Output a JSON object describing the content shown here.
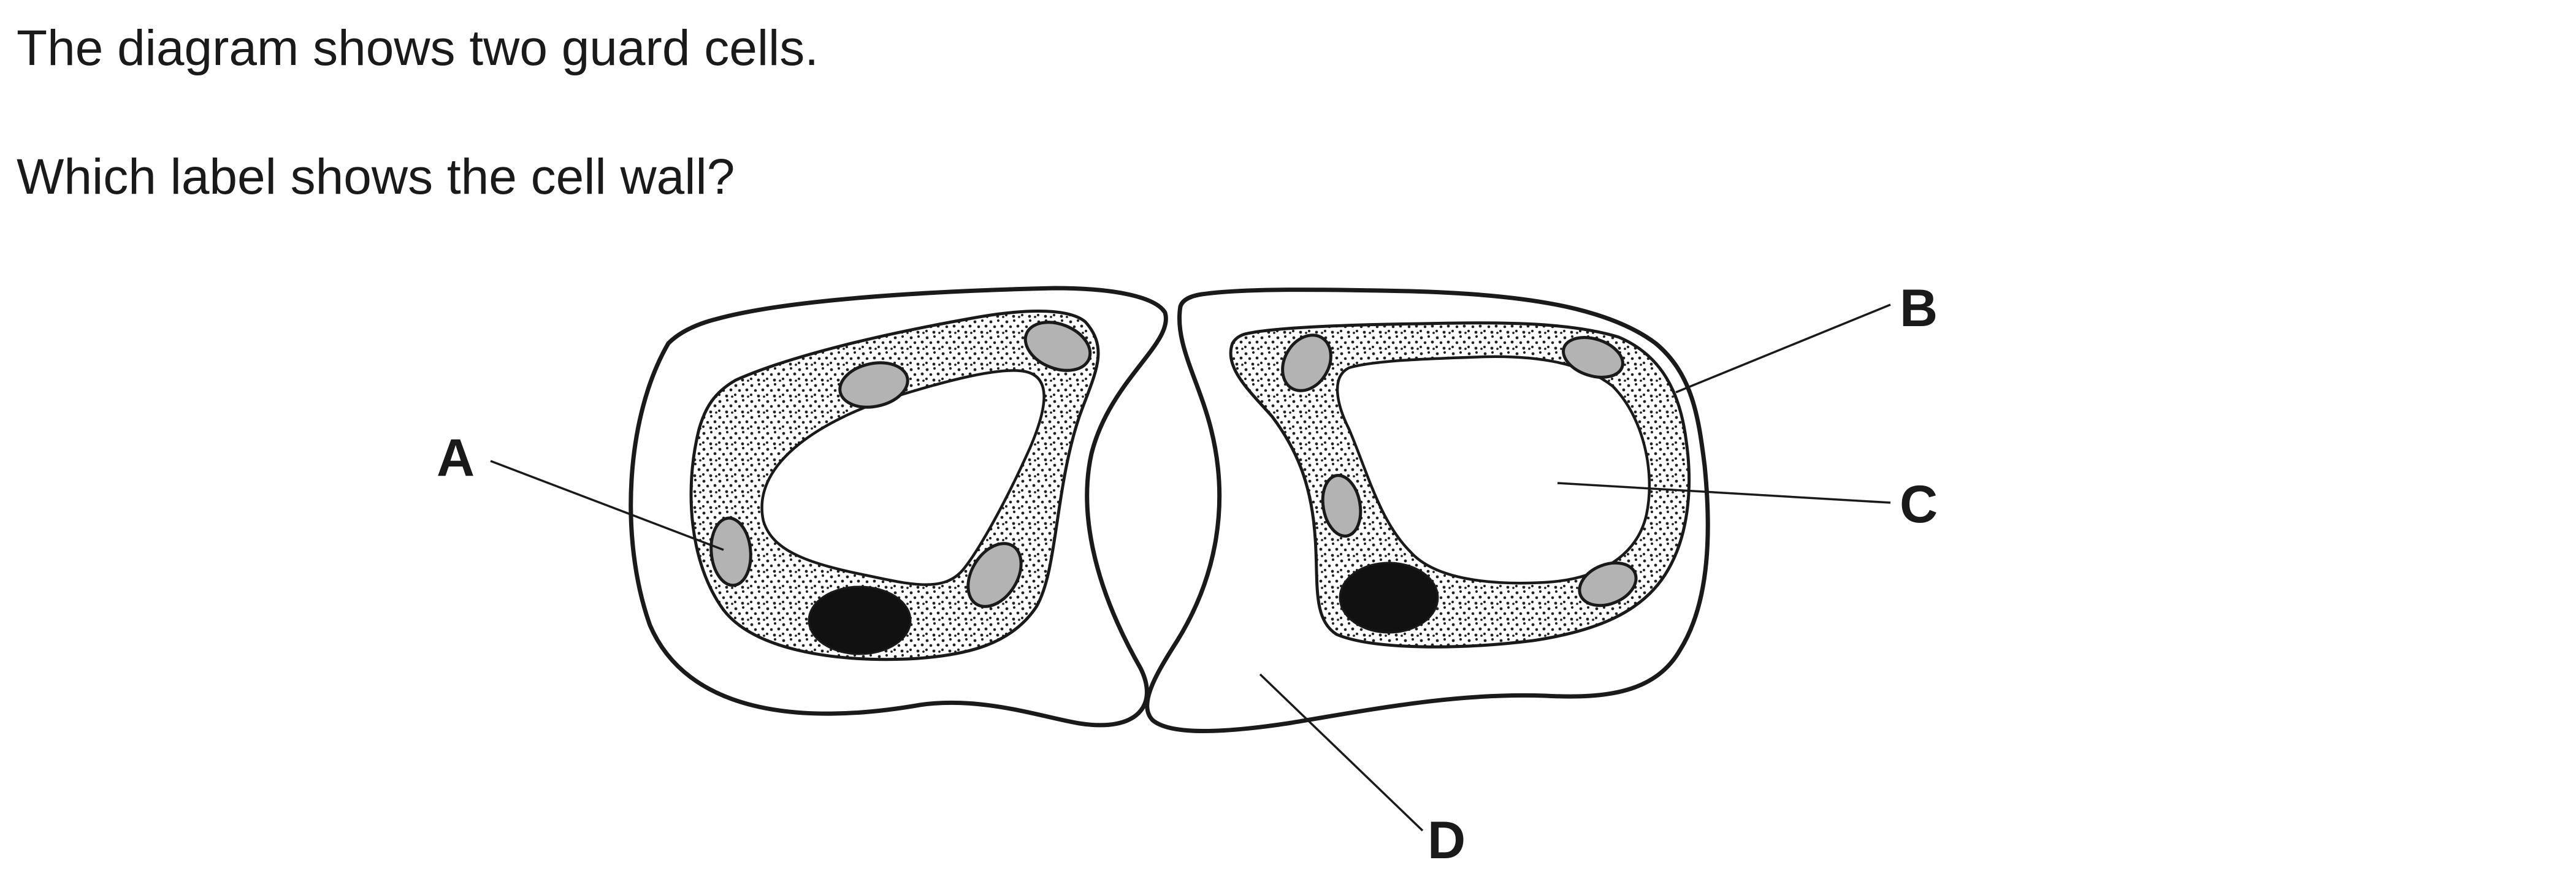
{
  "question": {
    "line1": "The diagram shows two guard cells.",
    "line2": "Which label shows the cell wall?"
  },
  "diagram": {
    "labels": {
      "a": "A",
      "b": "B",
      "c": "C",
      "d": "D"
    }
  }
}
